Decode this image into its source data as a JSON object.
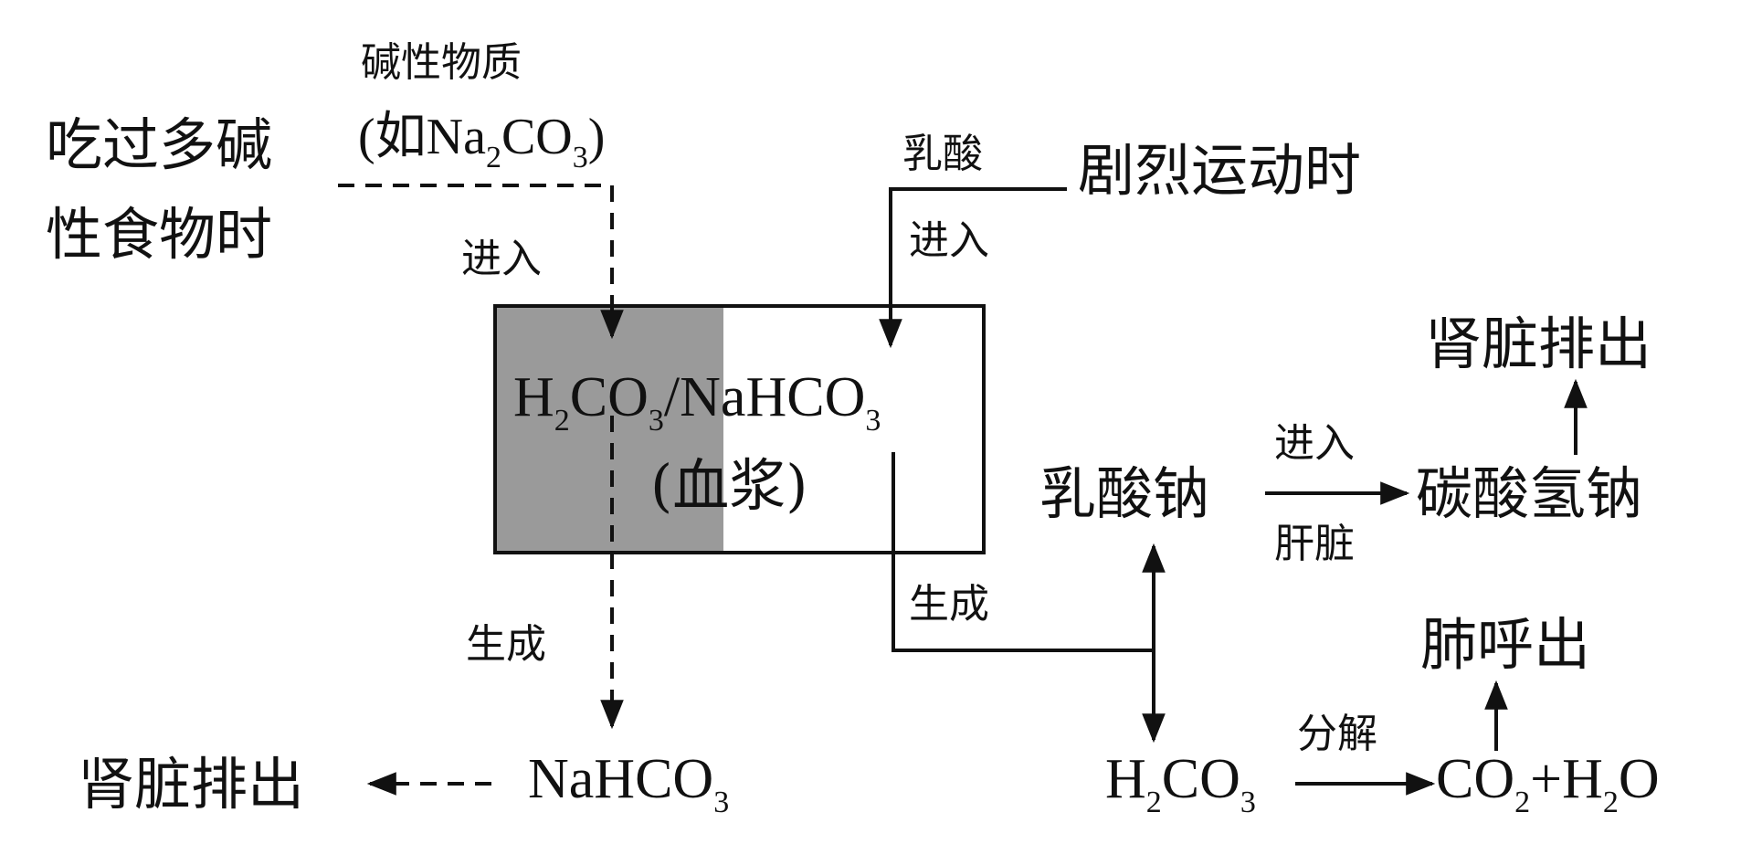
{
  "labels": {
    "alkaline_substance": "碱性物质",
    "eat_alkaline_line1": "吃过多碱",
    "eat_alkaline_line2": "性食物时",
    "example_prefix": "(如Na",
    "example_co": "CO",
    "example_close": ")",
    "sub_2": "2",
    "sub_3": "3",
    "enter_left": "进入",
    "lactic_acid_top": "乳酸",
    "strenuous_exercise": "剧烈运动时",
    "enter_right": "进入",
    "buffer_h": "H",
    "buffer_co": "CO",
    "buffer_slash": "/",
    "buffer_nahco": "NaHCO",
    "plasma": "(血浆)",
    "kidney_excrete_right": "肾脏排出",
    "sodium_lactate": "乳酸钠",
    "enter_liver_top": "进入",
    "enter_liver_bottom": "肝脏",
    "sodium_bicarbonate": "碳酸氢钠",
    "generate_right": "生成",
    "lung_exhale": "肺呼出",
    "generate_left": "生成",
    "decompose": "分解",
    "kidney_excrete_left": "肾脏排出",
    "product_nahco": "NaHCO",
    "product_h": "H",
    "product_co": "CO",
    "co2_co": "CO",
    "plus": "+",
    "water_h": "H",
    "water_o": "O"
  }
}
